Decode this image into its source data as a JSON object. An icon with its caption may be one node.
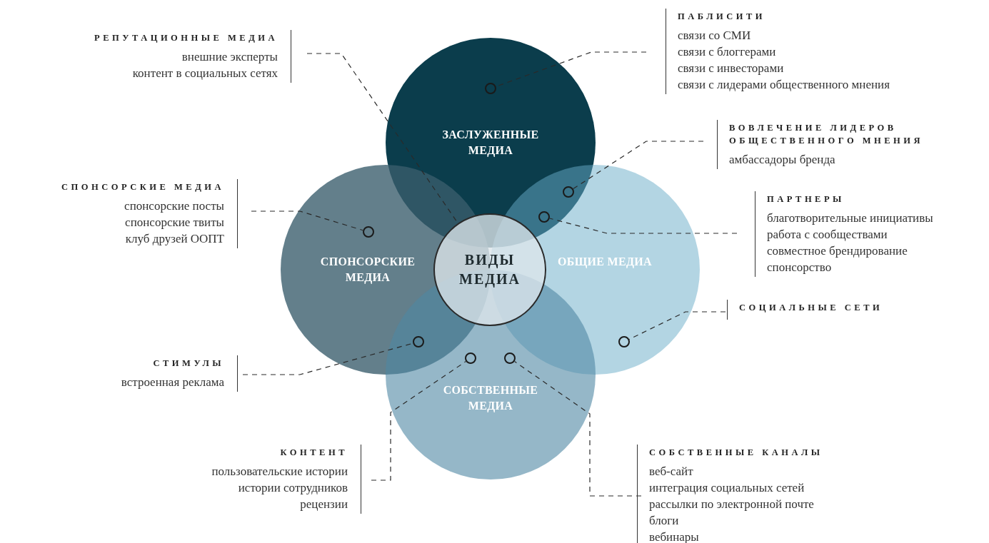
{
  "diagram": {
    "nodes": [
      {
        "text": [
          "ЗАСЛУЖЕННЫЕ МЕДИА"
        ]
      },
      {
        "text": [
          "СПОНСОРСКИЕ МЕДИА"
        ]
      },
      {
        "text": [
          "ОБЩИЕ МЕДИА"
        ]
      },
      {
        "text": [
          "СОБСТВЕННЫЕ МЕДИА"
        ]
      },
      {
        "text": [
          "ВИДЫ МЕДИА"
        ]
      },
      {
        "text": [
          "РЕПУТАЦИОННЫЕ МЕДИА",
          "внешние эксперты",
          "контент в социальных сетях"
        ]
      },
      {
        "text": [
          "ПАБЛИСИТИ",
          "связи со СМИ",
          "связи с блоггерами",
          "связи с инвесторами",
          "связи с лидерами общественного мнения"
        ]
      },
      {
        "text": [
          "ВОВЛЕЧЕНИЕ ЛИДЕРОВ ОБЩЕСТВЕННОГО МНЕНИЯ",
          "амбассадоры бренда"
        ]
      },
      {
        "text": [
          "ПАРТНЕРЫ",
          "благотворительные инициативы",
          "работа с сообществами",
          "совместное брендирование",
          "спонсорство"
        ]
      },
      {
        "text": [
          "СПОНСОРСКИЕ МЕДИА",
          "спонсорские посты",
          "спонсорские твиты",
          "клуб друзей ООПТ"
        ]
      },
      {
        "text": [
          "СТИМУЛЫ",
          "встроенная реклама"
        ]
      },
      {
        "text": [
          "СОЦИАЛЬНЫЕ СЕТИ"
        ]
      },
      {
        "text": [
          "КОНТЕНТ",
          "пользовательские истории",
          "истории сотрудников",
          "рецензии"
        ]
      },
      {
        "text": [
          "СОБСТВЕННЫЕ КАНАЛЫ",
          "веб-сайт",
          "интеграция социальных сетей",
          "рассылки по электронной почте",
          "блоги",
          "вебинары"
        ]
      },
      {
        "text": [],
        "shape": "circle",
        "in": 0
      },
      {
        "text": [],
        "shape": "circle"
      },
      {
        "text": [],
        "shape": "circle"
      },
      {
        "text": [],
        "shape": "circle",
        "in": 1
      },
      {
        "text": [],
        "shape": "circle"
      },
      {
        "text": [],
        "shape": "circle",
        "in": 2
      },
      {
        "text": [],
        "shape": "circle"
      },
      {
        "text": [],
        "shape": "circle"
      }
    ],
    "edges": [
      {
        "from": 5,
        "to": 4,
        "arrow": "none",
        "style": "dashed"
      },
      {
        "from": 6,
        "to": 14,
        "arrow": "none",
        "style": "dashed"
      },
      {
        "from": 7,
        "to": 15,
        "arrow": "none",
        "style": "dashed"
      },
      {
        "from": 8,
        "to": 16,
        "arrow": "none",
        "style": "dashed"
      },
      {
        "from": 9,
        "to": 17,
        "arrow": "none",
        "style": "dashed"
      },
      {
        "from": 10,
        "to": 18,
        "arrow": "none",
        "style": "dashed"
      },
      {
        "from": 11,
        "to": 19,
        "arrow": "none",
        "style": "dashed"
      },
      {
        "from": 12,
        "to": 20,
        "arrow": "none",
        "style": "dashed"
      },
      {
        "from": 13,
        "to": 21,
        "arrow": "none",
        "style": "dashed"
      }
    ]
  }
}
